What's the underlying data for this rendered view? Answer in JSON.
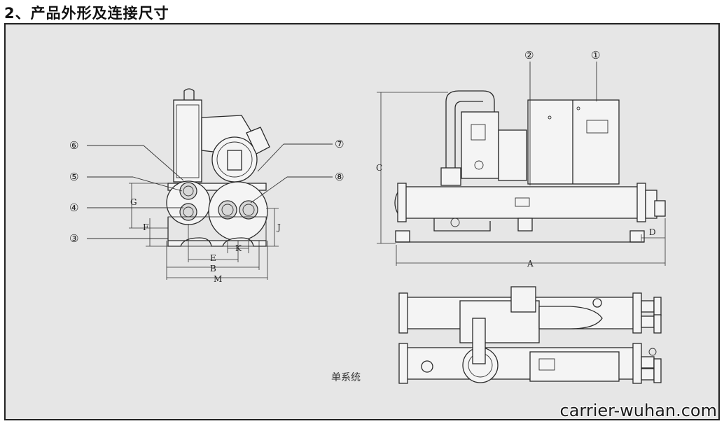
{
  "title": "2、产品外形及连接尺寸",
  "caption": "单系统",
  "watermark": "carrier-wuhan.com",
  "callouts": {
    "c1": "①",
    "c2": "②",
    "c3": "③",
    "c4": "④",
    "c5": "⑤",
    "c6": "⑥",
    "c7": "⑦",
    "c8": "⑧"
  },
  "dimensions": {
    "A": "A",
    "B": "B",
    "C": "C",
    "D": "D",
    "E": "E",
    "F": "F",
    "G": "G",
    "J": "J",
    "K": "K",
    "M": "M"
  }
}
